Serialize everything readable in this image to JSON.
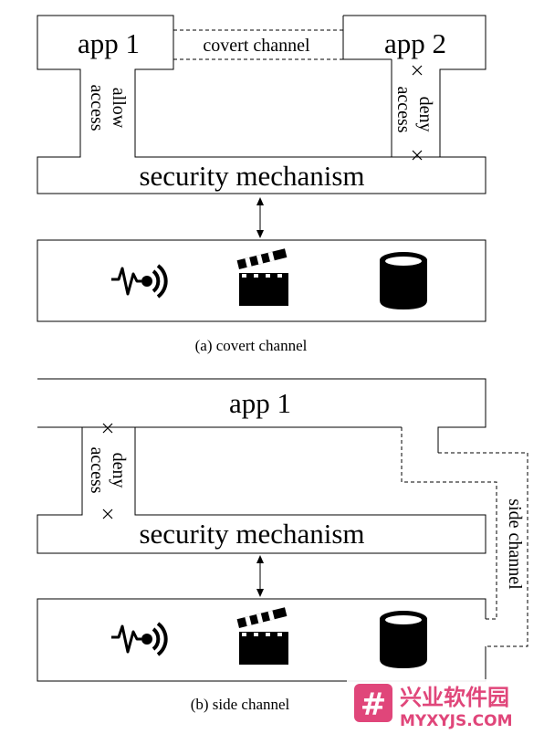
{
  "panel_a": {
    "app1_label": "app 1",
    "app2_label": "app 2",
    "covert_channel_label": "covert channel",
    "allow_label": "allow",
    "access_label_left": "access",
    "deny_label_right": "deny",
    "access_label_right": "access",
    "security_label": "security mechanism",
    "caption": "(a) covert channel",
    "resources": [
      "sensor-icon",
      "media-clapper-icon",
      "storage-cylinder-icon"
    ]
  },
  "panel_b": {
    "app1_label": "app 1",
    "deny_label": "deny",
    "access_label": "access",
    "security_label": "security mechanism",
    "side_channel_label": "side channel",
    "caption": "(b) side channel",
    "resources": [
      "sensor-icon",
      "media-clapper-icon",
      "storage-cylinder-icon"
    ]
  },
  "watermark": {
    "logo_glyph": "#",
    "chinese": "兴业软件园",
    "url": "MYXYJS.COM",
    "color": "#e0467a"
  }
}
